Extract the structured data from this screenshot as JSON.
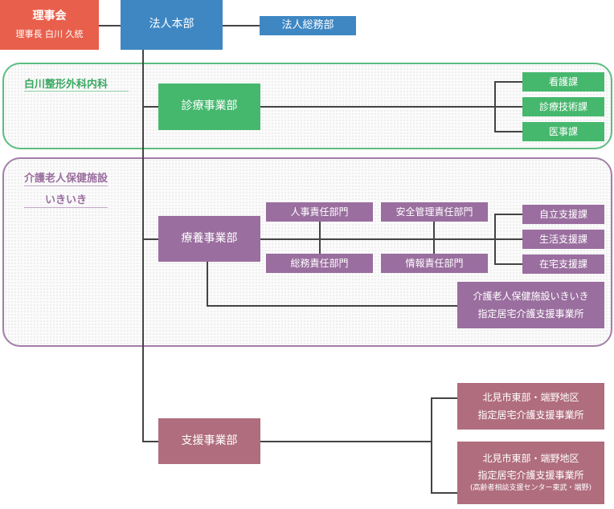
{
  "board": {
    "title": "理事会",
    "subtitle": "理事長 白川 久統"
  },
  "hq": {
    "title": "法人本部"
  },
  "general_affairs": {
    "title": "法人総務部"
  },
  "clinic": {
    "region_label": "白川整形外科内科",
    "division": "診療事業部",
    "sections": [
      "看護課",
      "診療技術課",
      "医事課"
    ]
  },
  "care_facility": {
    "region_label_1": "介護老人保健施設",
    "region_label_2": "いきいき",
    "division": "療養事業部",
    "responsibilities": [
      "人事責任部門",
      "安全管理責任部門",
      "総務責任部門",
      "情報責任部門"
    ],
    "sections": [
      "自立支援課",
      "生活支援課",
      "在宅支援課"
    ],
    "office_line_1": "介護老人保健施設いきいき",
    "office_line_2": "指定居宅介護支援事業所"
  },
  "support": {
    "division": "支援事業部",
    "office_a_line_1": "北見市東部・端野地区",
    "office_a_line_2": "指定居宅介護支援事業所",
    "office_b_line_1": "北見市東部・端野地区",
    "office_b_line_2": "指定居宅介護支援事業所",
    "office_b_line_3": "(高齢者相談支援センター東武・端野)"
  },
  "colors": {
    "board": "#e8604c",
    "hq": "#3f87c3",
    "clinic": "#46b86e",
    "care": "#9a6e9f",
    "support": "#b06d7e"
  }
}
